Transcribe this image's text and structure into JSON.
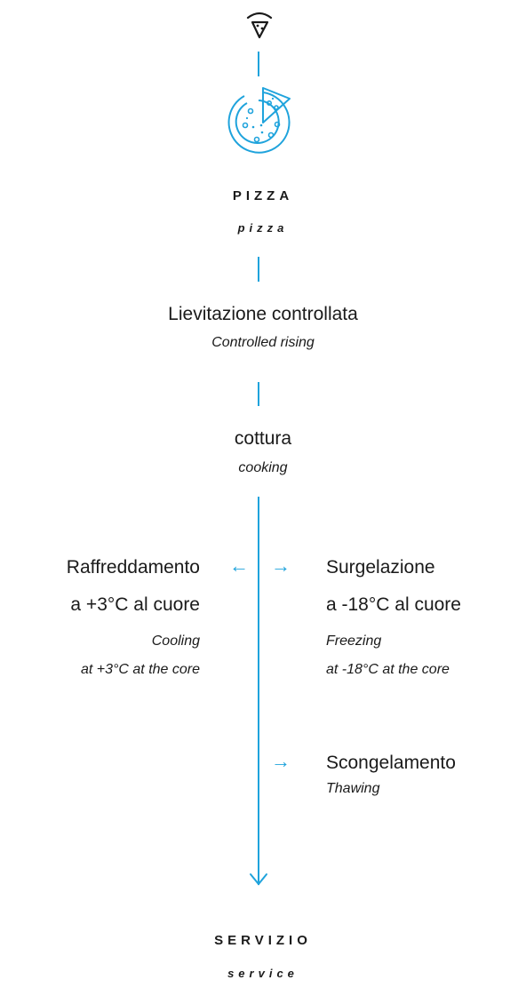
{
  "top": {
    "icon": "wifi-pizza-icon"
  },
  "pizza": {
    "icon": "pizza-icon",
    "title": "PIZZA",
    "subtitle": "pizza"
  },
  "step1": {
    "label": "Lievitazione controllata",
    "sublabel": "Controlled rising"
  },
  "step2": {
    "label": "cottura",
    "sublabel": "cooking"
  },
  "left_branch": {
    "line1": "Raffreddamento",
    "line2": "a +3°C al cuore",
    "sub1": "Cooling",
    "sub2": "at +3°C at the core"
  },
  "right_branch": {
    "line1": "Surgelazione",
    "line2": "a -18°C al cuore",
    "sub1": "Freezing",
    "sub2": "at -18°C at the core"
  },
  "thaw": {
    "label": "Scongelamento",
    "sublabel": "Thawing"
  },
  "end": {
    "title": "SERVIZIO",
    "subtitle": "service"
  },
  "colors": {
    "accent": "#1fa3dc",
    "text": "#1a1a1a"
  }
}
